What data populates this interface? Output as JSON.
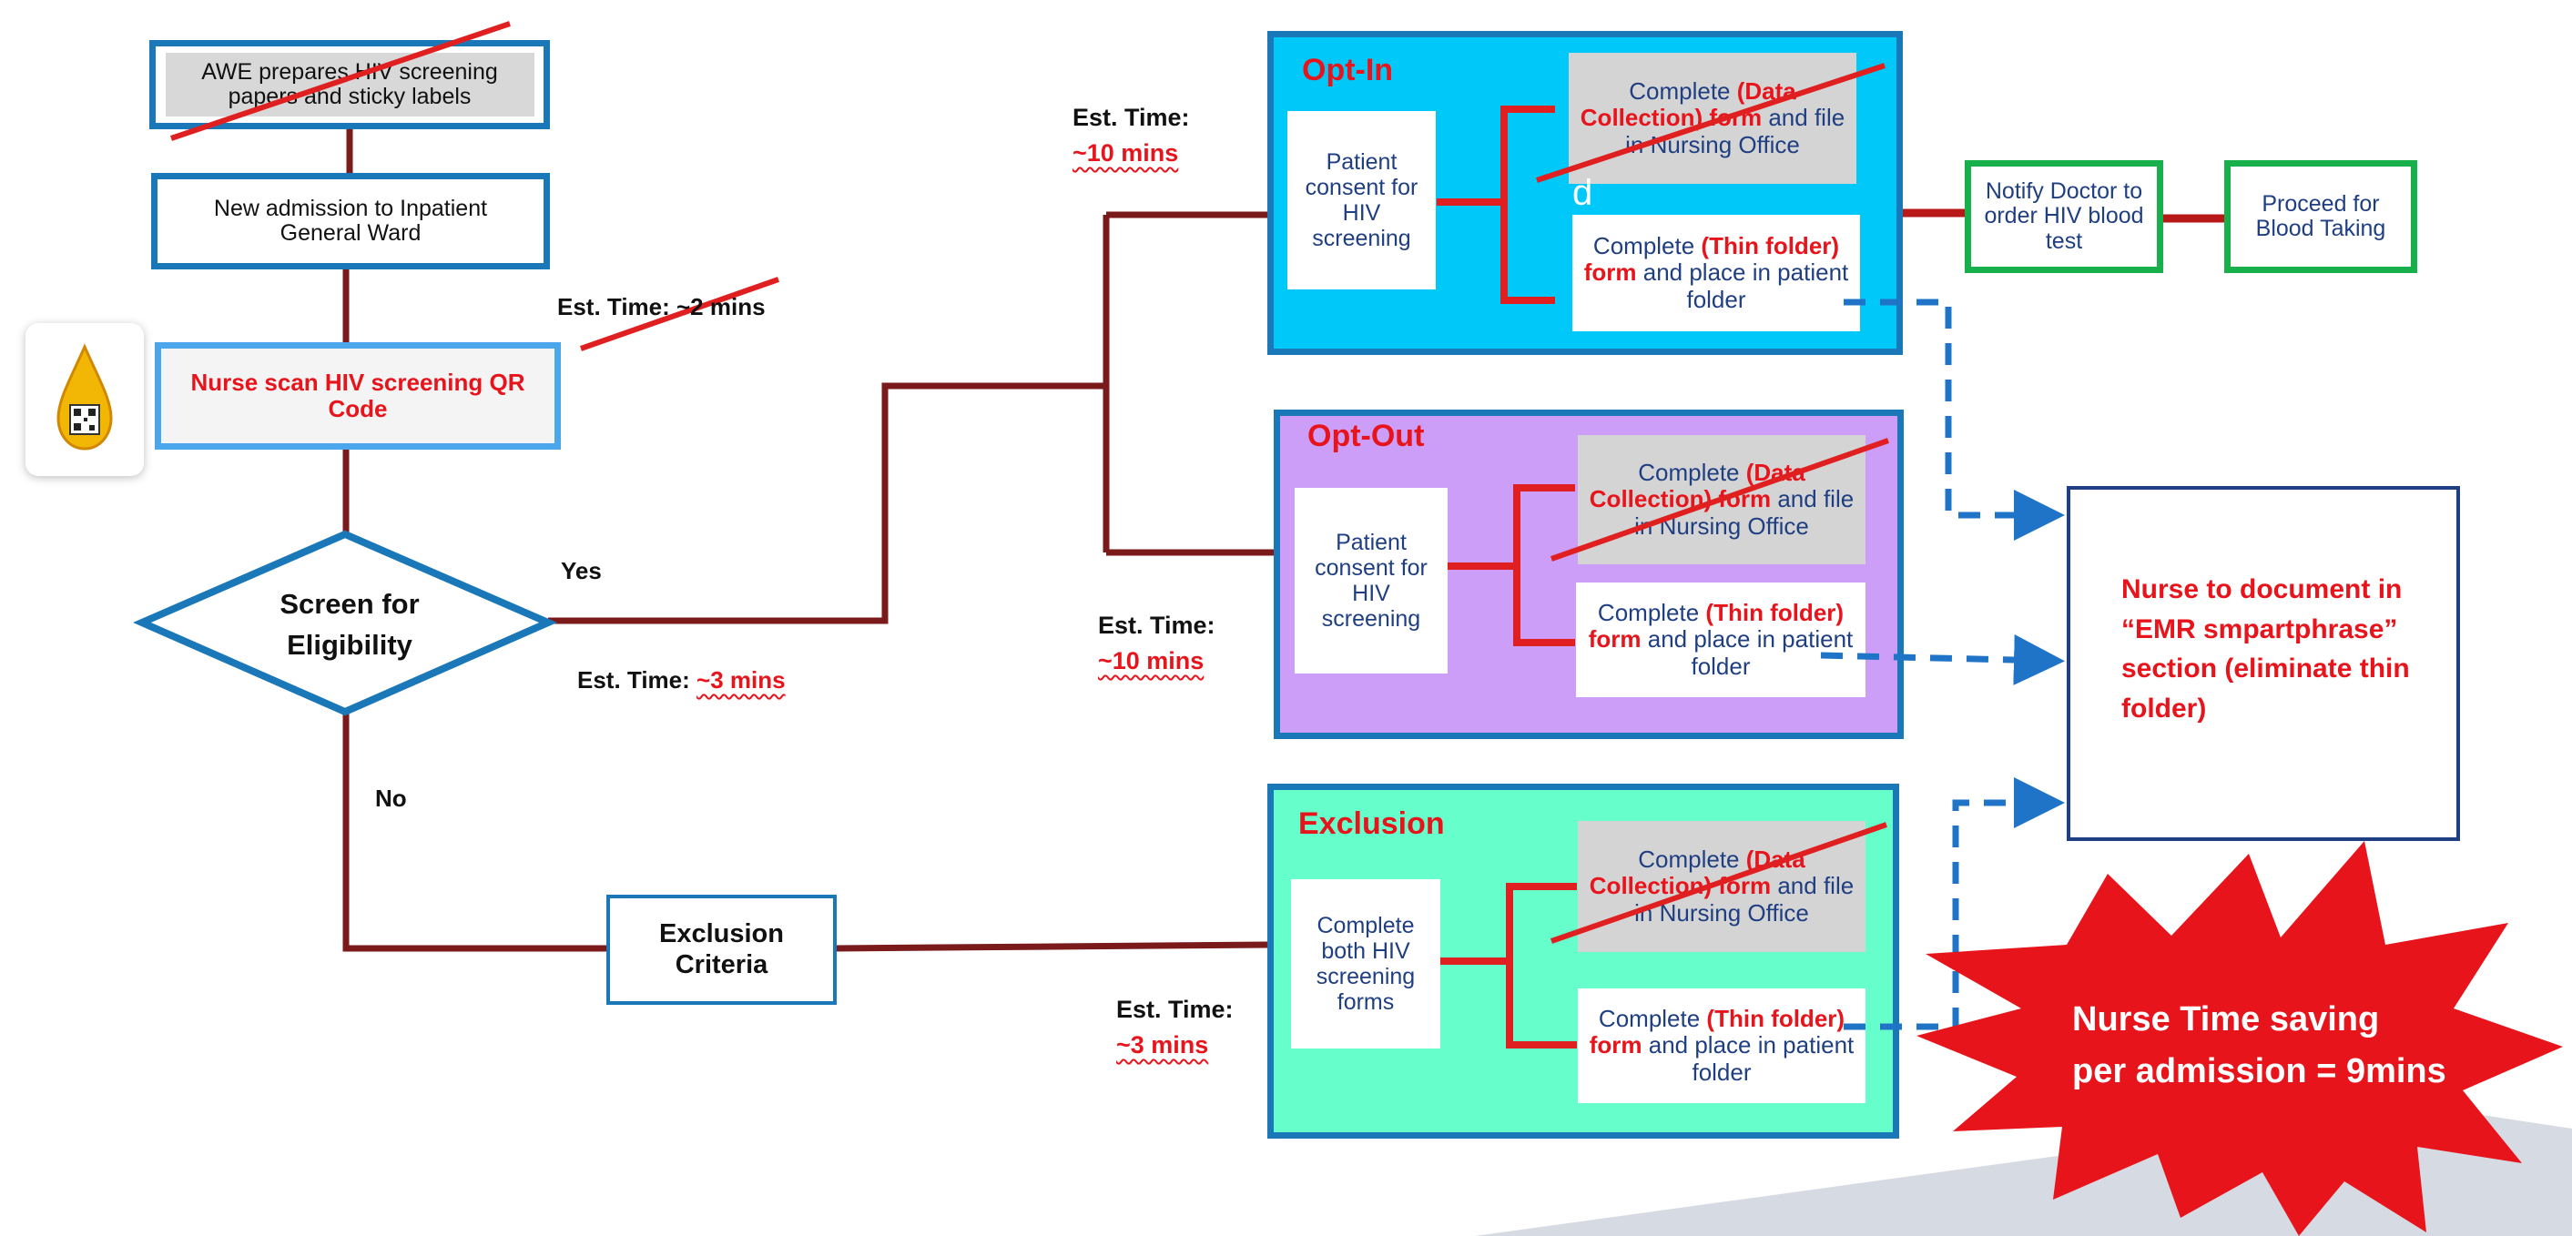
{
  "top_steps": {
    "awe_prepares": "AWE prepares HIV screening papers and sticky labels",
    "new_admission": "New admission to Inpatient General Ward",
    "nurse_scan": "Nurse scan HIV screening QR Code",
    "scan_time": "Est. Time: ~2 mins"
  },
  "decision": {
    "label": "Screen for Eligibility",
    "yes": "Yes",
    "no": "No",
    "time_prefix": "Est. Time: ",
    "time_value": "~3 mins"
  },
  "exclusion_criteria": "Exclusion Criteria",
  "opt_in": {
    "title": "Opt-In",
    "time_label": "Est. Time:",
    "time_value": "~10 mins",
    "consent": "Patient consent for HIV screening",
    "stray_letter": "d"
  },
  "opt_out": {
    "title": "Opt-Out",
    "time_label": "Est. Time:",
    "time_value": "~10 mins",
    "consent": "Patient consent for HIV screening"
  },
  "exclusion": {
    "title": "Exclusion",
    "time_label": "Est. Time:",
    "time_value": "~3 mins",
    "consent": "Complete both HIV screening forms"
  },
  "forms": {
    "data_collection": {
      "complete": "Complete ",
      "form_name": "(Data Collection) form",
      "rest": " and file in Nursing Office"
    },
    "thin_folder": {
      "complete": "Complete ",
      "form_name": "(Thin folder) form",
      "rest": " and place in patient folder"
    }
  },
  "notify_doctor": "Notify Doctor to order HIV blood test",
  "proceed_blood": "Proceed for Blood Taking",
  "emr_note": "Nurse to document in “EMR smpartphrase” section (eliminate thin folder)",
  "saving_line1": "Nurse Time saving",
  "saving_line2": "per admission = 9mins",
  "colors": {
    "opt_in_fill": "#00c8f8",
    "opt_out_fill": "#cc9ef8",
    "exclusion_fill": "#66ffcc",
    "frame_blue": "#1a78b8",
    "connector": "#7a1a1a",
    "bracket_red": "#e02020",
    "dash_blue": "#1f74c8",
    "green_border": "#18b04a",
    "burst_red": "#e8141b"
  }
}
